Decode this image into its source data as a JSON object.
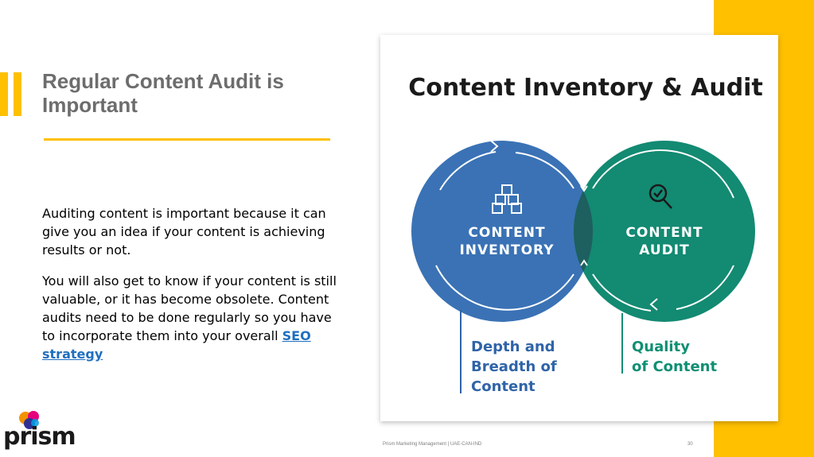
{
  "slide": {
    "title": "Regular Content Audit is Important",
    "paragraph1": "Auditing content is important because it can give you an idea if your content is achieving results or not.",
    "paragraph2_prefix": "You will also get to know if your content is still valuable, or it has become obsolete. Content audits need to be done regularly so you have to incorporate them into your overall ",
    "link_text": "SEO strategy"
  },
  "figure": {
    "heading": "Content Inventory & Audit",
    "left_circle_line1": "CONTENT",
    "left_circle_line2": "INVENTORY",
    "right_circle_line1": "CONTENT",
    "right_circle_line2": "AUDIT",
    "left_caption": [
      "Depth and",
      "Breadth of",
      "Content"
    ],
    "right_caption": [
      "Quality",
      "of Content"
    ],
    "left_icon": "cubes-icon",
    "right_icon": "magnifier-check-icon"
  },
  "footer": {
    "text": "Prism Marketing Management | UAE-CAN-IND",
    "page_number": "30"
  },
  "logo": {
    "text": "prism"
  },
  "colors": {
    "accent": "#FFC000",
    "blue": "#3A72B5",
    "green": "#138A72",
    "overlap": "#1E5F5F",
    "caption_blue": "#2F64A8",
    "caption_green": "#0F8F72"
  }
}
